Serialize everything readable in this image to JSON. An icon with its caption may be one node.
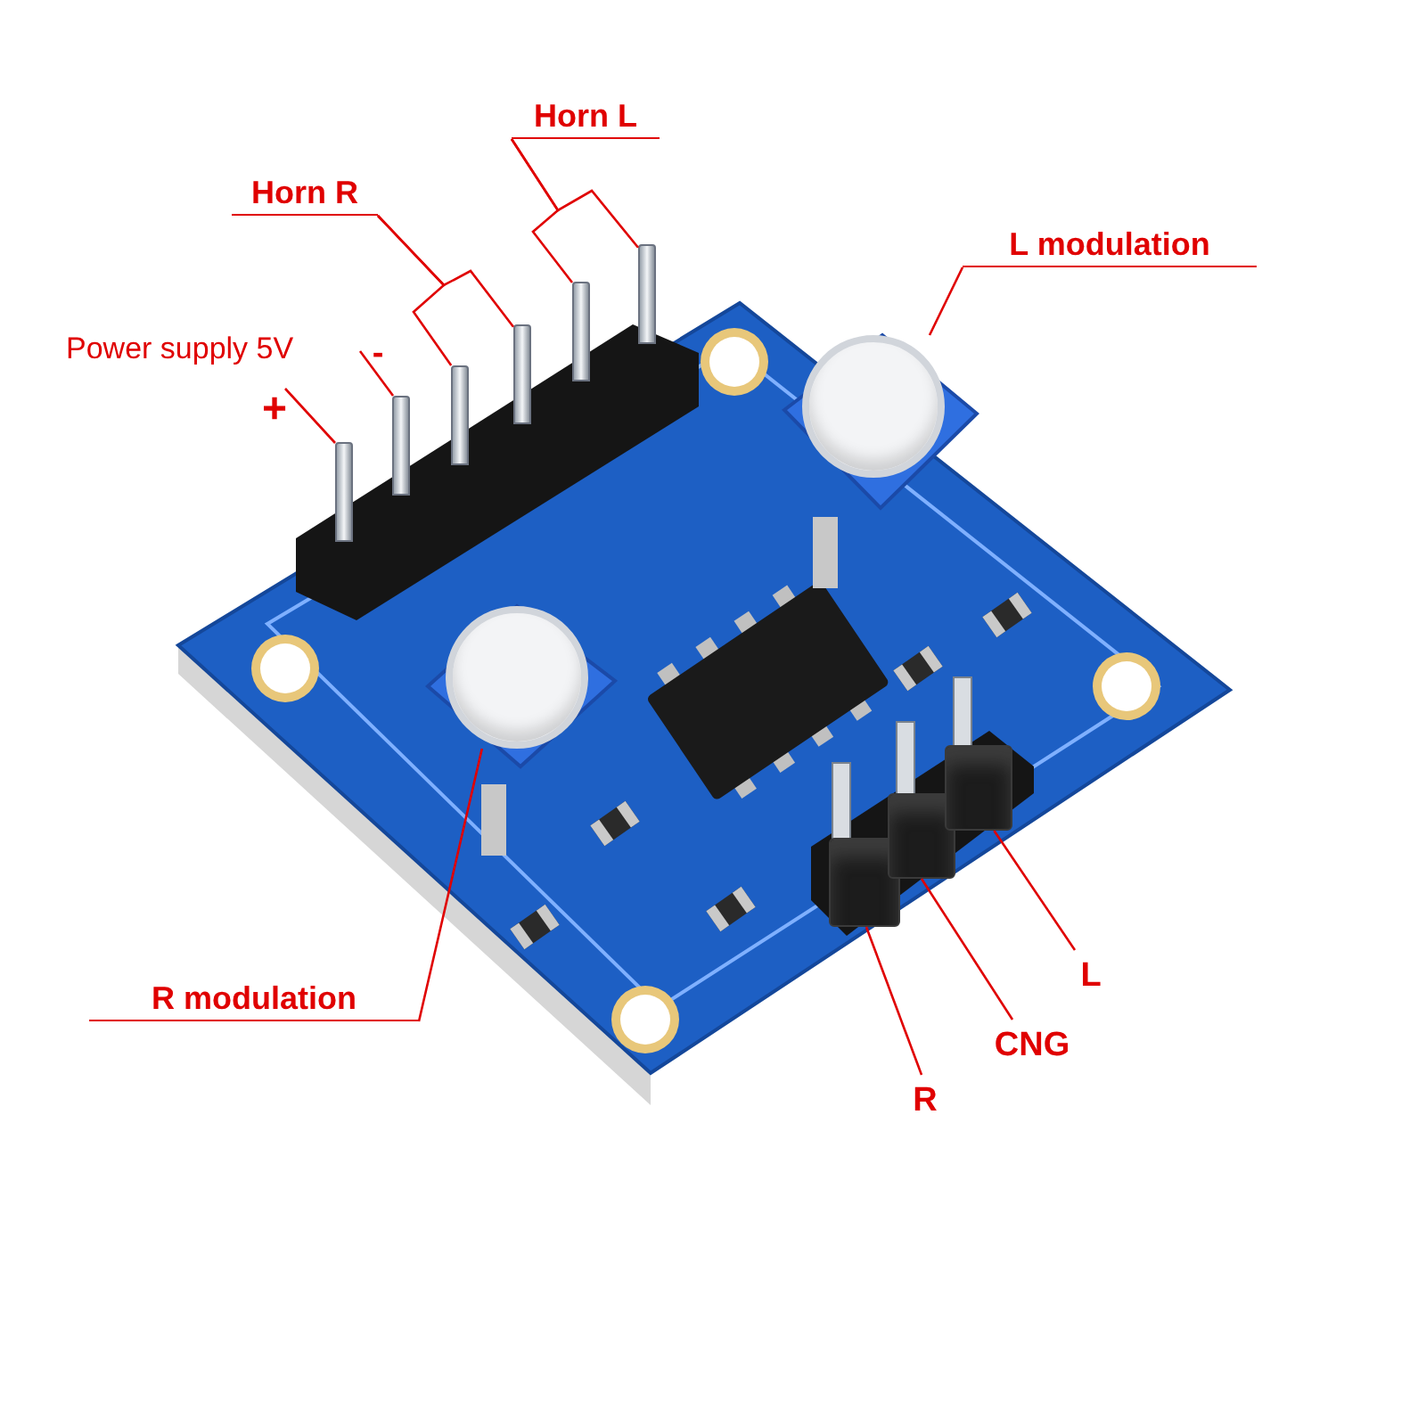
{
  "diagram": {
    "nodes": [
      {
        "text": [
          "Horn L"
        ]
      },
      {
        "text": [
          "Horn R"
        ]
      },
      {
        "text": [
          "L modulation"
        ]
      },
      {
        "text": [
          "-"
        ]
      },
      {
        "text": [
          "+"
        ]
      },
      {
        "text": [],
        "shape": "bar"
      },
      {
        "text": [],
        "shape": "bar"
      },
      {
        "text": [],
        "shape": "bar"
      },
      {
        "text": [],
        "shape": "bar"
      },
      {
        "text": [],
        "shape": "bar"
      },
      {
        "text": [],
        "shape": "bar"
      },
      {
        "text": [],
        "shape": "circle"
      },
      {
        "text": [],
        "shape": "circle"
      },
      {
        "text": [
          "R modulation"
        ]
      },
      {
        "text": [],
        "shape": "box"
      },
      {
        "text": [],
        "shape": "box"
      },
      {
        "text": [],
        "shape": "box"
      },
      {
        "text": [
          "L"
        ]
      },
      {
        "text": [
          "CNG"
        ]
      },
      {
        "text": [
          "R"
        ]
      }
    ],
    "edges": [
      {
        "from": 0,
        "to": 9,
        "arrow": "none"
      },
      {
        "from": 0,
        "to": 10,
        "arrow": "none"
      },
      {
        "from": 1,
        "to": 7,
        "arrow": "none"
      },
      {
        "from": 1,
        "to": 8,
        "arrow": "none"
      },
      {
        "from": 3,
        "to": 6,
        "arrow": "none"
      },
      {
        "from": 4,
        "to": 5,
        "arrow": "none"
      },
      {
        "from": 2,
        "to": 11,
        "arrow": "none"
      },
      {
        "from": 13,
        "to": 12,
        "arrow": "none"
      },
      {
        "from": 17,
        "to": 16,
        "arrow": "none"
      },
      {
        "from": 18,
        "to": 15,
        "arrow": "none"
      },
      {
        "from": 19,
        "to": 14,
        "arrow": "none"
      }
    ],
    "labels": [
      "Power supply 5V"
    ]
  }
}
